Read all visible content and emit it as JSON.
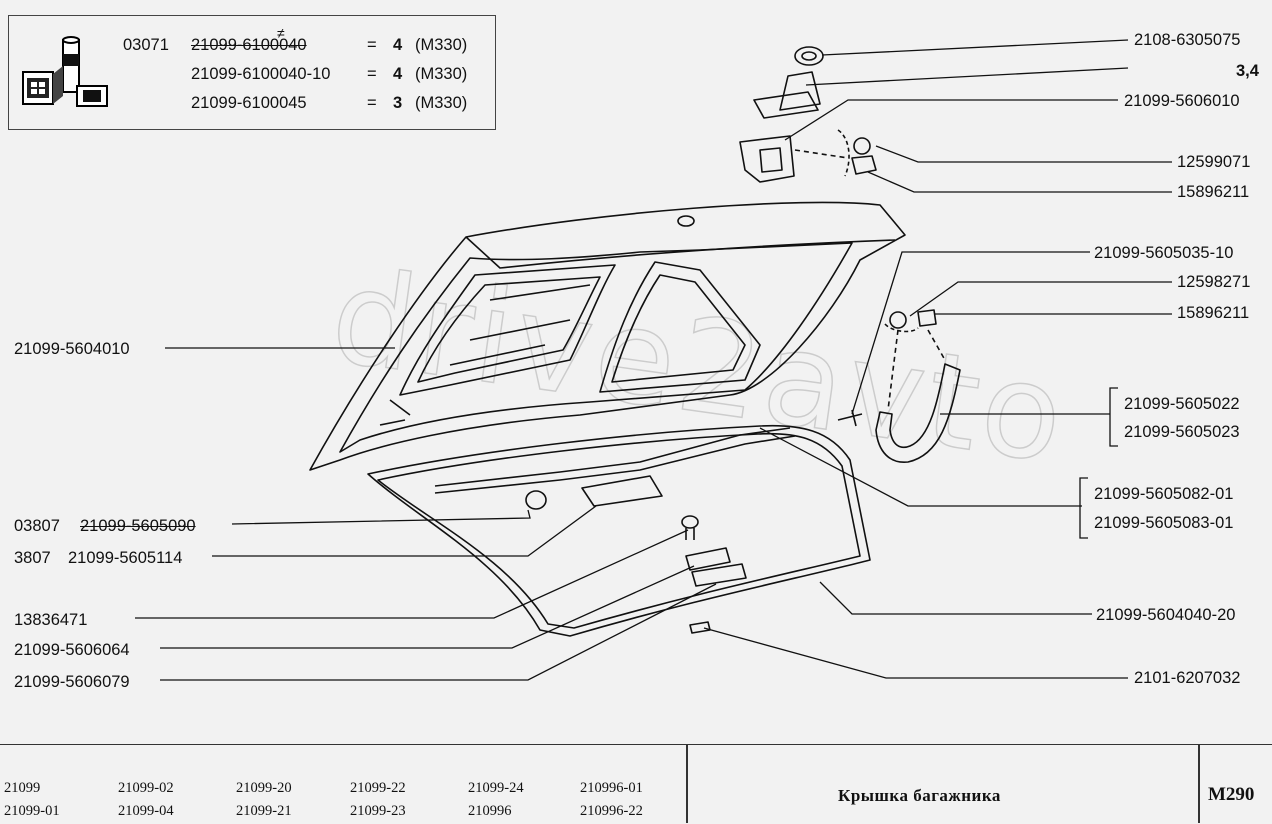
{
  "kit": {
    "prefix": "03071",
    "rows": [
      {
        "part": "21099-6100040",
        "eq": "=",
        "qty": "4",
        "ref": "(М330)",
        "struck": true
      },
      {
        "part": "21099-6100040-10",
        "eq": "=",
        "qty": "4",
        "ref": "(М330)",
        "struck": false
      },
      {
        "part": "21099-6100045",
        "eq": "=",
        "qty": "3",
        "ref": "(М330)",
        "struck": false
      }
    ],
    "neq_mark": "≠"
  },
  "watermark": "drive2avto",
  "labels_right": {
    "l1": "2108-6305075",
    "l2": "3,4",
    "l3": "21099-5606010",
    "l4": "12599071",
    "l5": "15896211",
    "l6": "21099-5605035-10",
    "l7": "12598271",
    "l8": "15896211",
    "l9": "21099-5605022",
    "l10": "21099-5605023",
    "l11": "21099-5605082-01",
    "l12": "21099-5605083-01",
    "l13": "21099-5604040-20",
    "l14": "2101-6207032"
  },
  "labels_left": {
    "main": "21099-5604010",
    "stop_prefix": "03807",
    "stop_part": "21099-5605090",
    "pad_prefix": "3807",
    "pad_part": "21099-5605114",
    "clip": "13836471",
    "lock_cover": "21099-5606064",
    "lock_plate": "21099-5606079"
  },
  "footer": {
    "models_col1": [
      "21099",
      "21099-01"
    ],
    "models_col2": [
      "21099-02",
      "21099-04"
    ],
    "models_col3": [
      "21099-20",
      "21099-21"
    ],
    "models_col4": [
      "21099-22",
      "21099-23"
    ],
    "models_col5": [
      "21099-24",
      "210996"
    ],
    "models_col6": [
      "210996-01",
      "210996-22"
    ],
    "title": "Крышка багажника",
    "code": "М290"
  }
}
